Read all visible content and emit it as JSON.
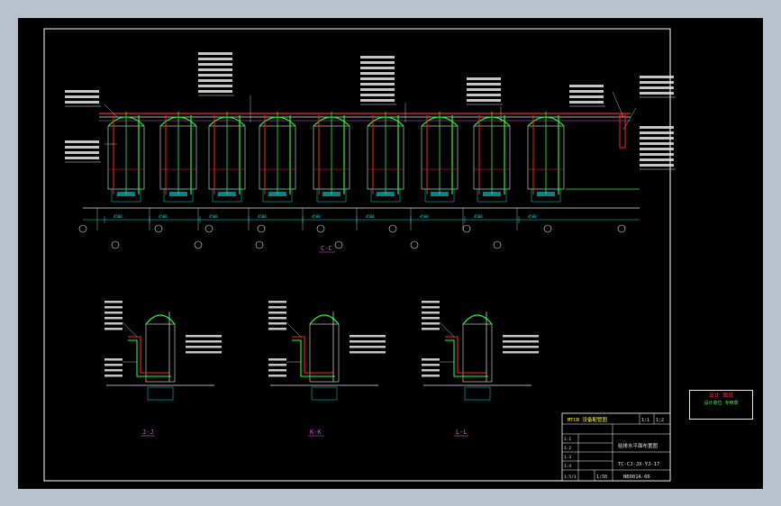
{
  "sections": {
    "main": "C-C",
    "left": "J-J",
    "middle": "K-K",
    "right": "L-L"
  },
  "title_block": {
    "header": "MTCR 设备配管图",
    "left_rows": [
      "1:1",
      "1:2",
      "1:3",
      "1:4",
      "1:5/1"
    ],
    "line1": "给排水平面布置图",
    "line2": "TC-CJ-JX-YJ-17",
    "line3": "NB001A-06",
    "scale": "1:50",
    "cols": [
      "1:1",
      "1:2"
    ]
  },
  "stamp": {
    "line1": "设计 图纸",
    "line2": "设计单位 专用章"
  },
  "colors": {
    "frame": "#ffffff",
    "pipe_red": "#ff2020",
    "pipe_green": "#20ff20",
    "pipe_white": "#e8e8e8",
    "dim_cyan": "#00e0e0",
    "magenta": "#ff40ff",
    "yellow": "#ffff30",
    "grid_red": "#ff4040"
  },
  "dimensions": [
    "4500",
    "4500",
    "4500",
    "4500",
    "4500",
    "4500",
    "4500",
    "4500",
    "4500"
  ],
  "axis_labels": [
    "①",
    "②",
    "③",
    "④",
    "⑤",
    "⑥",
    "⑦",
    "⑧",
    "⑨",
    "⑩"
  ]
}
